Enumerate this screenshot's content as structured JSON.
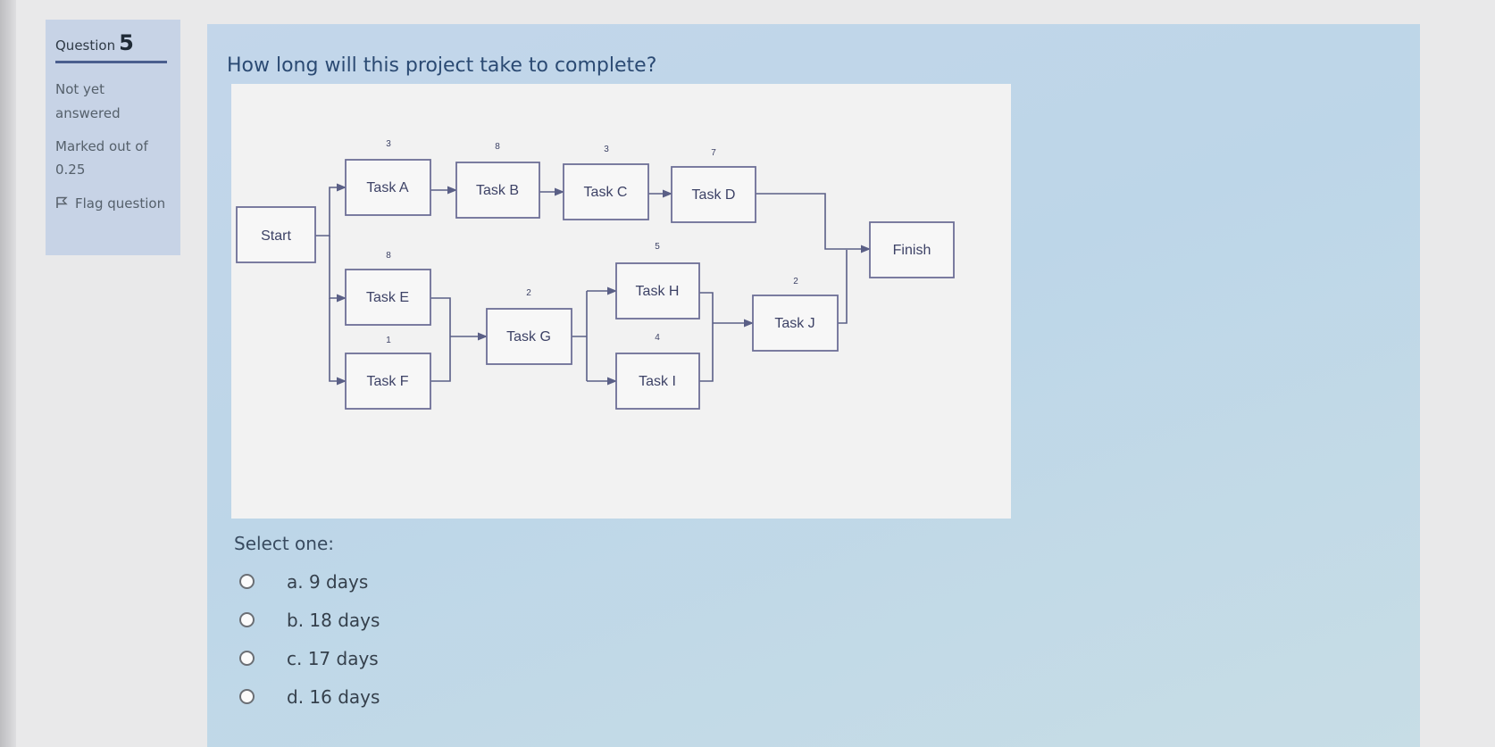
{
  "question_info": {
    "label": "Question",
    "number": "5",
    "state": "Not yet answered",
    "grade": "Marked out of 0.25",
    "flag_label": "Flag question"
  },
  "question": {
    "text": "How long will this project take to complete?",
    "select_prompt": "Select one:",
    "options": [
      {
        "label": "a. 9 days"
      },
      {
        "label": "b. 18 days"
      },
      {
        "label": "c. 17 days"
      },
      {
        "label": "d. 16 days"
      }
    ]
  },
  "network": {
    "nodes": [
      {
        "id": "start",
        "label": "Start"
      },
      {
        "id": "A",
        "label": "Task A",
        "duration": "3"
      },
      {
        "id": "B",
        "label": "Task B",
        "duration": "8"
      },
      {
        "id": "C",
        "label": "Task C",
        "duration": "3"
      },
      {
        "id": "D",
        "label": "Task D",
        "duration": "7"
      },
      {
        "id": "E",
        "label": "Task E",
        "duration": "8"
      },
      {
        "id": "F",
        "label": "Task F",
        "duration": "1"
      },
      {
        "id": "G",
        "label": "Task G",
        "duration": "2"
      },
      {
        "id": "H",
        "label": "Task H",
        "duration": "5"
      },
      {
        "id": "I",
        "label": "Task I",
        "duration": "4"
      },
      {
        "id": "J",
        "label": "Task J",
        "duration": "2"
      },
      {
        "id": "finish",
        "label": "Finish"
      }
    ]
  }
}
